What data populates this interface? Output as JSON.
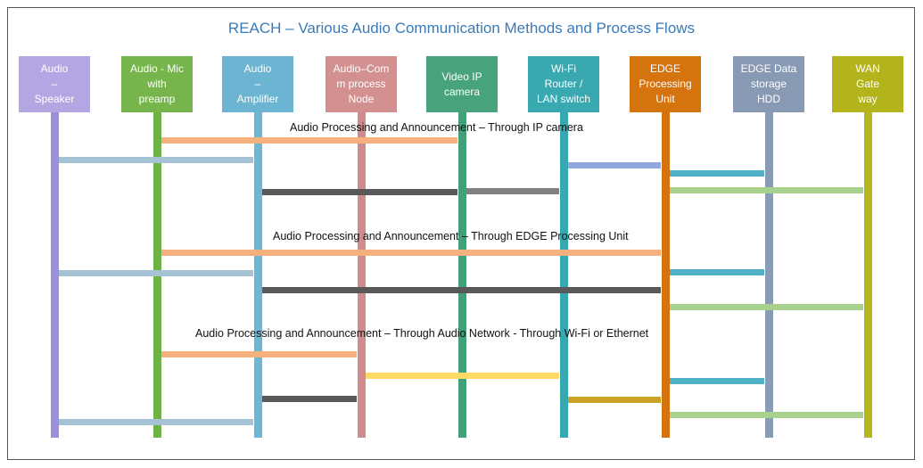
{
  "title": "REACH – Various Audio Communication Methods and Process Flows",
  "participants": [
    {
      "id": "speaker",
      "label": "Audio\n–\nSpeaker",
      "box_color": "#b3a6e3",
      "line_color": "#9c8fdc",
      "text_color": "#ffffff"
    },
    {
      "id": "mic",
      "label": "Audio -  Mic\nwith\npreamp",
      "box_color": "#76b44c",
      "line_color": "#6fb244",
      "text_color": "#ffffff"
    },
    {
      "id": "amplifier",
      "label": "Audio\n–\nAmplifier",
      "box_color": "#6bb4d2",
      "line_color": "#6fb6d4",
      "text_color": "#ffffff"
    },
    {
      "id": "comm-node",
      "label": "Audio–Com\nm process\nNode",
      "box_color": "#d39090",
      "line_color": "#d08c8c",
      "text_color": "#ffffff"
    },
    {
      "id": "ip-camera",
      "label": "Video      IP\ncamera",
      "box_color": "#46a37c",
      "line_color": "#41a077",
      "text_color": "#ffffff"
    },
    {
      "id": "wifi-router",
      "label": "Wi-Fi\nRouter /\nLAN switch",
      "box_color": "#38a9b0",
      "line_color": "#35a8b0",
      "text_color": "#ffffff"
    },
    {
      "id": "edge-unit",
      "label": "EDGE\nProcessing\nUnit",
      "box_color": "#d5730f",
      "line_color": "#d5730f",
      "text_color": "#ffffff"
    },
    {
      "id": "edge-storage",
      "label": "EDGE Data\nstorage\nHDD",
      "box_color": "#8799b3",
      "line_color": "#8a9bb5",
      "text_color": "#ffffff"
    },
    {
      "id": "wan-gateway",
      "label": "WAN\nGate\nway",
      "box_color": "#b3b31c",
      "line_color": "#b5b520",
      "text_color": "#ffffff"
    }
  ],
  "sections": [
    {
      "label": "Audio Processing and Announcement – Through IP camera"
    },
    {
      "label": "Audio Processing and Announcement – Through EDGE Processing Unit"
    },
    {
      "label": "Audio Processing and Announcement – Through Audio Network - Through Wi-Fi or Ethernet"
    }
  ],
  "messages": [
    {
      "section": 0,
      "from": "mic",
      "to": "ip-camera",
      "color": "#f5b07e"
    },
    {
      "section": 0,
      "from": "wifi-router",
      "to": "edge-unit",
      "color": "#8fa9dc"
    },
    {
      "section": 0,
      "from": "edge-unit",
      "to": "edge-storage",
      "color": "#4fb0c6"
    },
    {
      "section": 0,
      "from": "ip-camera",
      "to": "wifi-router",
      "color": "#808080"
    },
    {
      "section": 0,
      "from": "speaker",
      "to": "amplifier",
      "color": "#a5c3d4"
    },
    {
      "section": 0,
      "from": "edge-unit",
      "to": "wan-gateway",
      "color": "#a9d18e"
    },
    {
      "section": 0,
      "from": "amplifier",
      "to": "ip-camera",
      "color": "#595959"
    },
    {
      "section": 1,
      "from": "mic",
      "to": "edge-unit",
      "color": "#f5b07e"
    },
    {
      "section": 1,
      "from": "speaker",
      "to": "amplifier",
      "color": "#a5c3d4"
    },
    {
      "section": 1,
      "from": "edge-unit",
      "to": "edge-storage",
      "color": "#4fb0c6"
    },
    {
      "section": 1,
      "from": "amplifier",
      "to": "edge-unit",
      "color": "#595959"
    },
    {
      "section": 1,
      "from": "edge-unit",
      "to": "wan-gateway",
      "color": "#a9d18e"
    },
    {
      "section": 2,
      "from": "mic",
      "to": "comm-node",
      "color": "#f5b07e"
    },
    {
      "section": 2,
      "from": "comm-node",
      "to": "wifi-router",
      "color": "#ffd966"
    },
    {
      "section": 2,
      "from": "edge-unit",
      "to": "edge-storage",
      "color": "#4fb0c6"
    },
    {
      "section": 2,
      "from": "amplifier",
      "to": "comm-node",
      "color": "#595959"
    },
    {
      "section": 2,
      "from": "wifi-router",
      "to": "edge-unit",
      "color": "#c9a227"
    },
    {
      "section": 2,
      "from": "edge-unit",
      "to": "wan-gateway",
      "color": "#a9d18e"
    },
    {
      "section": 2,
      "from": "speaker",
      "to": "amplifier",
      "color": "#a5c3d4"
    }
  ]
}
